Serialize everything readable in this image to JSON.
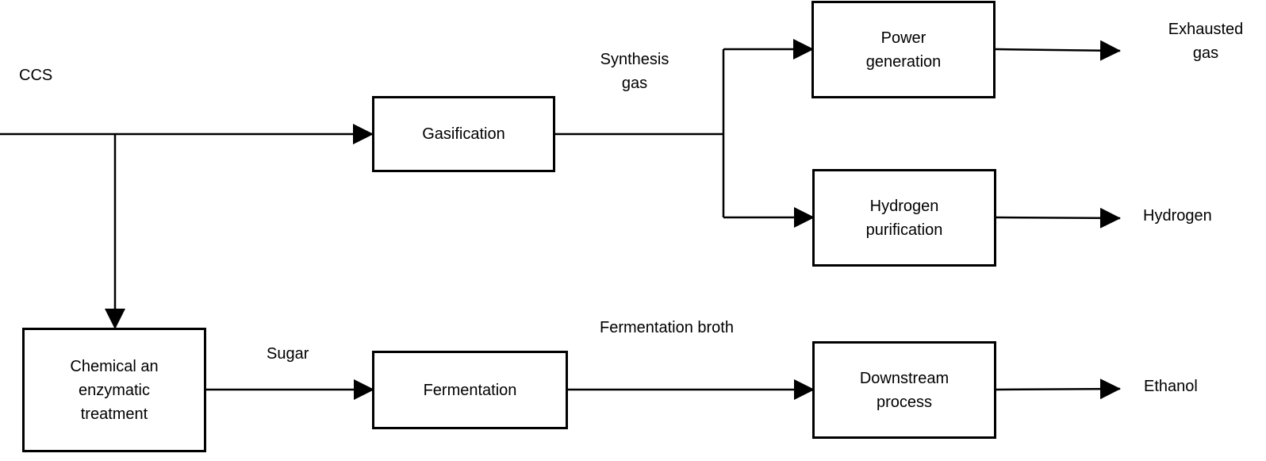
{
  "nodes": {
    "gasification": {
      "label": "Gasification"
    },
    "power_generation": {
      "label": "Power\ngeneration"
    },
    "hydrogen_purification": {
      "label": "Hydrogen\npurification"
    },
    "chemical_treatment": {
      "label": "Chemical an\nenzymatic\ntreatment"
    },
    "fermentation": {
      "label": "Fermentation"
    },
    "downstream_process": {
      "label": "Downstream\nprocess"
    }
  },
  "flow_labels": {
    "input": "CCS",
    "synthesis_gas": "Synthesis\ngas",
    "sugar": "Sugar",
    "fermentation_broth": "Fermentation broth"
  },
  "outputs": {
    "exhausted_gas": "Exhausted\ngas",
    "hydrogen": "Hydrogen",
    "ethanol": "Ethanol"
  }
}
